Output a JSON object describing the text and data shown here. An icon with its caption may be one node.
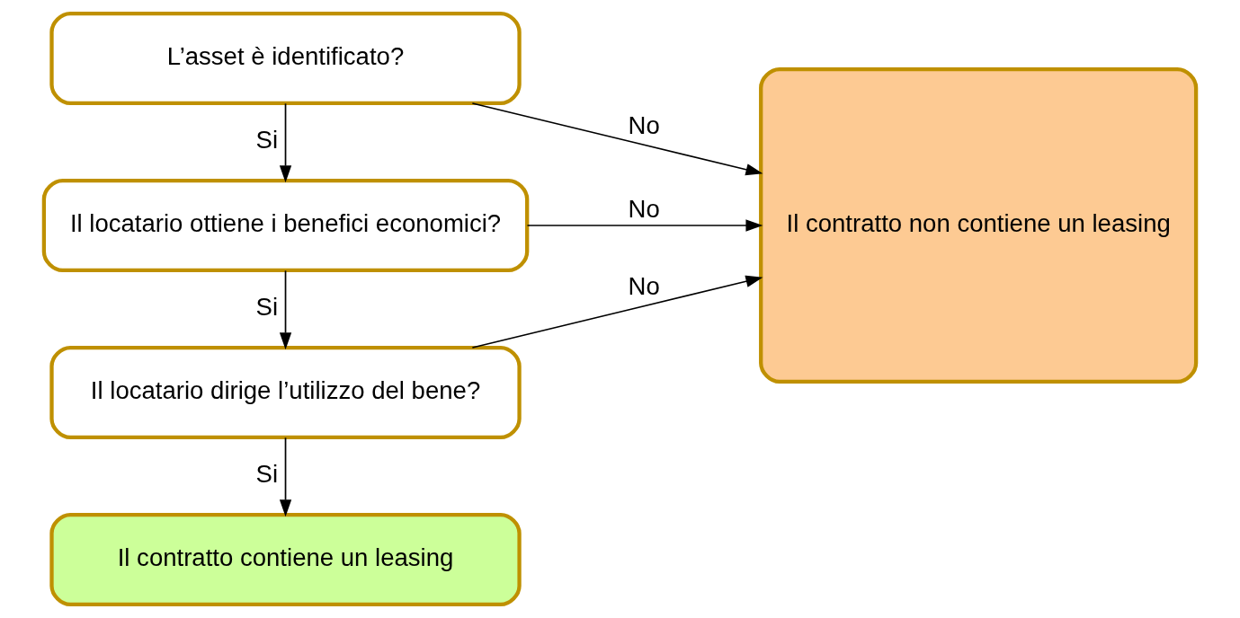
{
  "diagram": {
    "nodes": [
      {
        "text": [
          "L’asset è identificato?"
        ]
      },
      {
        "text": [
          "Il locatario ottiene i benefici economici?"
        ]
      },
      {
        "text": [
          "Il locatario dirige l’utilizzo del bene?"
        ]
      },
      {
        "text": [
          "Il contratto contiene un leasing"
        ]
      },
      {
        "text": [
          "Il contratto non contiene un leasing"
        ]
      }
    ],
    "edges": [
      {
        "from": 0,
        "to": 1,
        "arrow": "to",
        "label": "Si"
      },
      {
        "from": 1,
        "to": 2,
        "arrow": "to",
        "label": "Si"
      },
      {
        "from": 2,
        "to": 3,
        "arrow": "to",
        "label": "Si"
      },
      {
        "from": 0,
        "to": 4,
        "arrow": "to",
        "label": "No"
      },
      {
        "from": 1,
        "to": 4,
        "arrow": "to",
        "label": "No"
      },
      {
        "from": 2,
        "to": 4,
        "arrow": "to",
        "label": "No"
      }
    ]
  }
}
